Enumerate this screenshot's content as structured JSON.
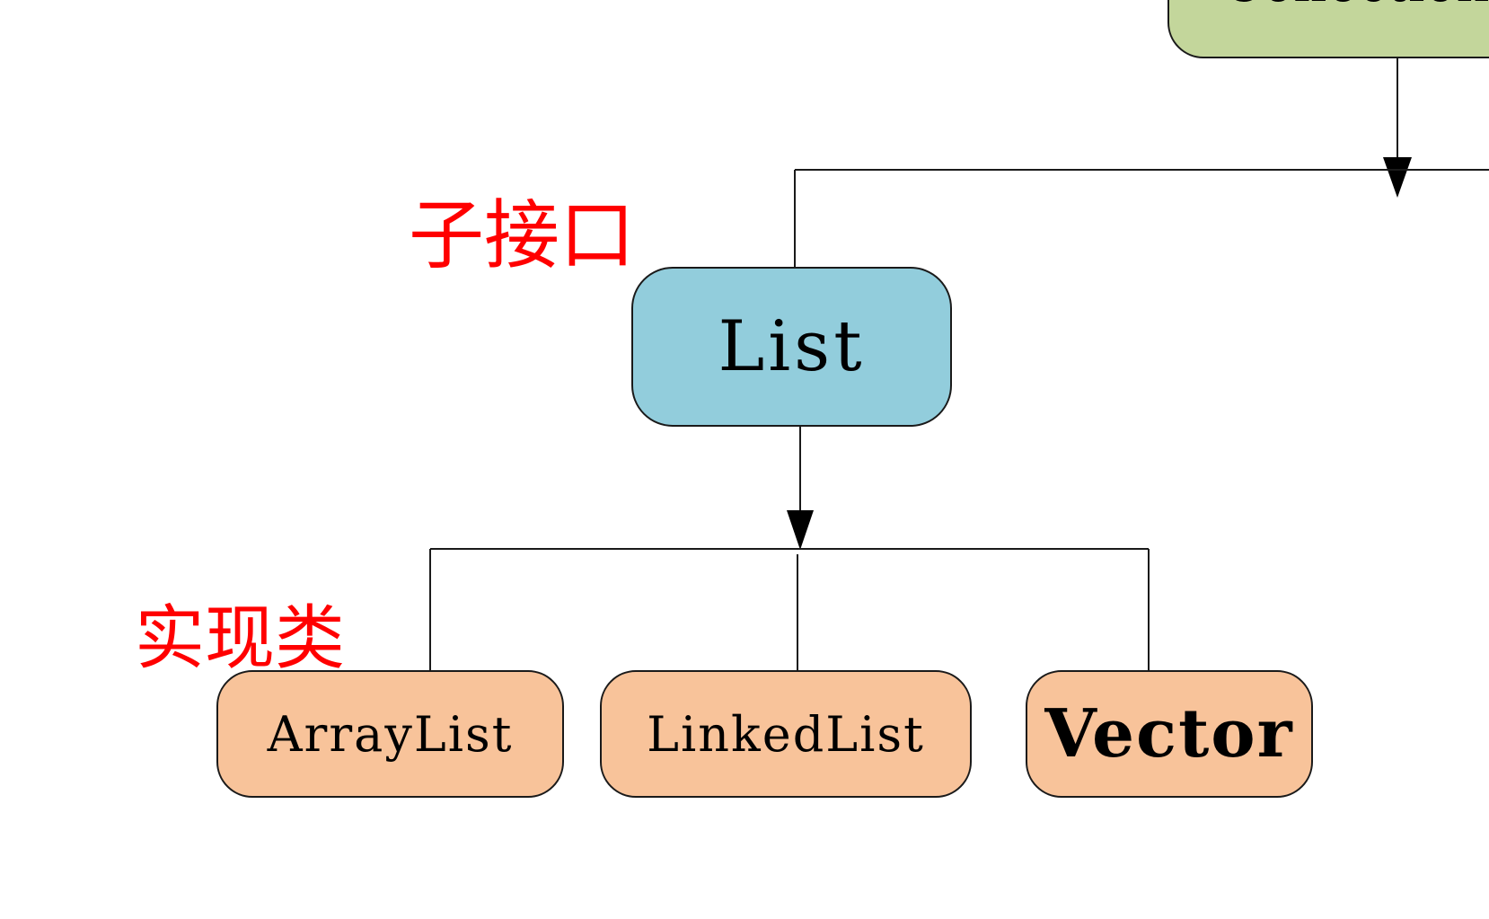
{
  "labels": {
    "subinterface": "子接口",
    "implementation": "实现类"
  },
  "nodes": {
    "top": {
      "label": "Collection"
    },
    "list": {
      "label": "List"
    },
    "arraylist": {
      "label": "ArrayList"
    },
    "linkedlist": {
      "label": "LinkedList"
    },
    "vector": {
      "label": "Vector"
    }
  },
  "colors": {
    "top_fill": "#c3d69b",
    "list_fill": "#92cddc",
    "impl_fill": "#f8c39a",
    "annotation": "#ff0000"
  }
}
